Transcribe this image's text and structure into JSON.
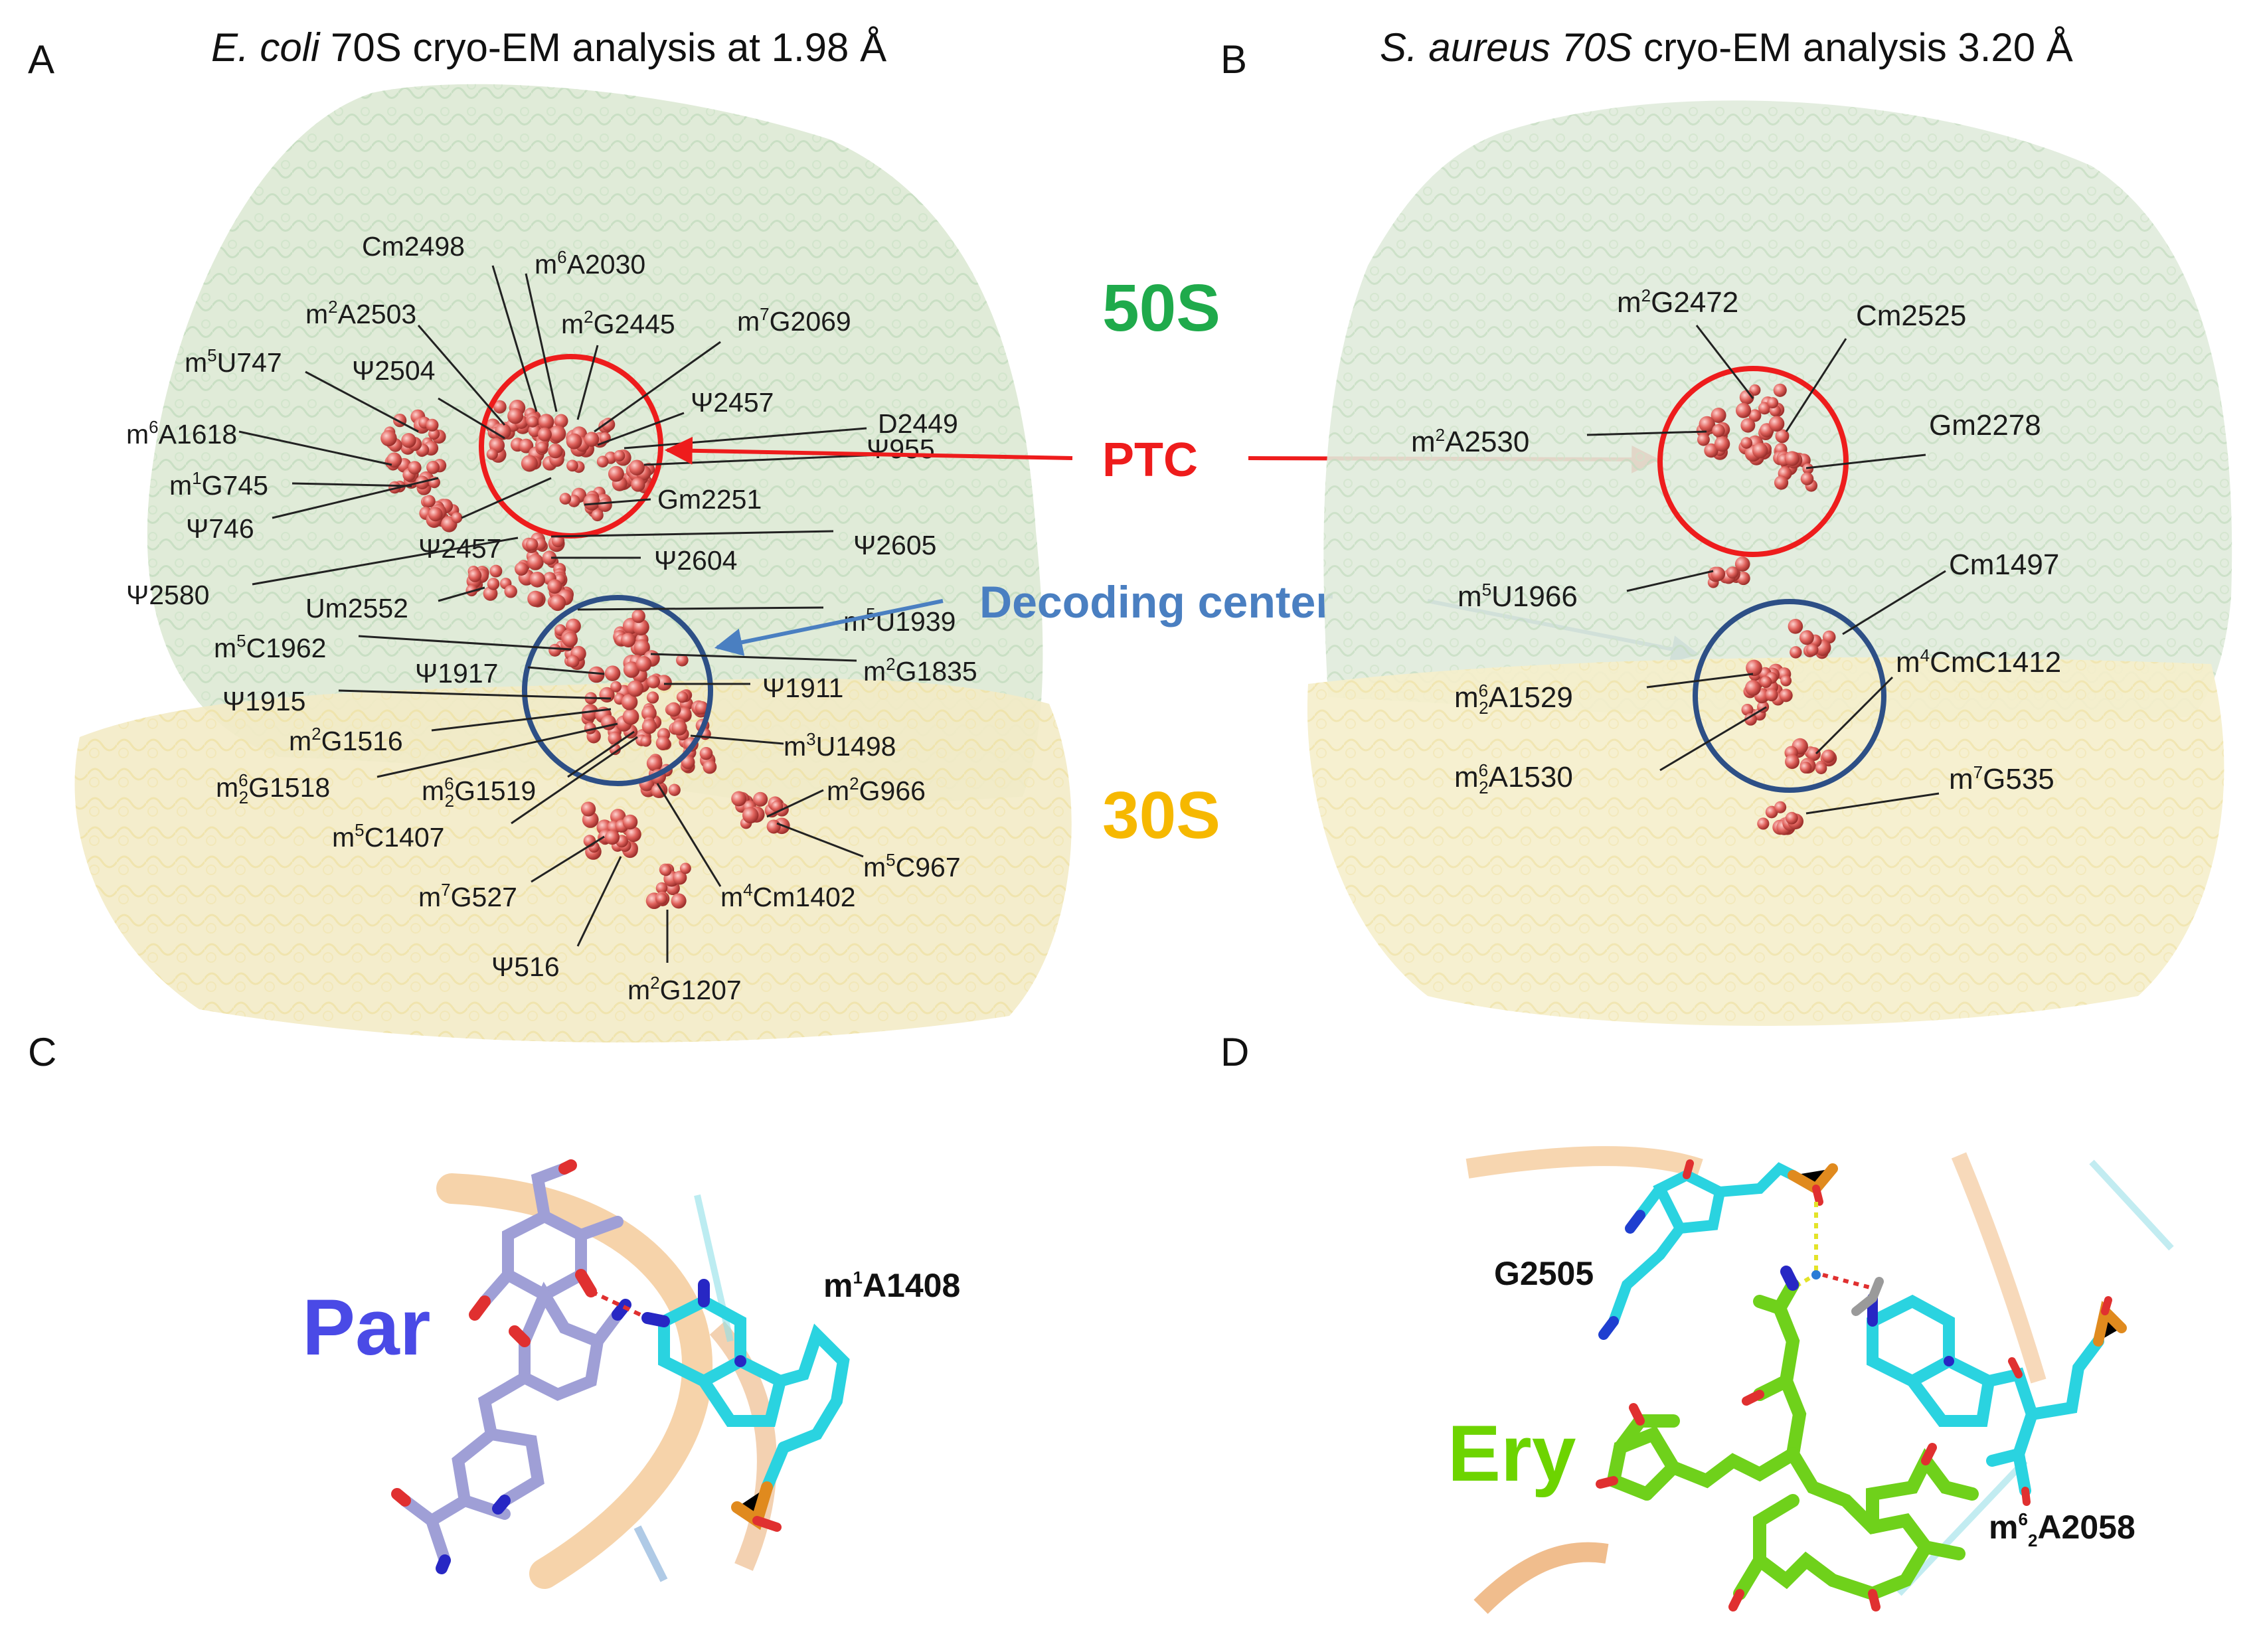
{
  "panels": {
    "A": {
      "letter": "A",
      "title_italic": "E. coli",
      "title_rest": " 70S cryo-EM analysis at 1.98 Å",
      "subunit_large": "50S",
      "subunit_small": "30S",
      "labels": [
        [
          "Cm2498",
          null,
          null
        ],
        [
          "m",
          "6",
          "A2030"
        ],
        [
          "m",
          "2",
          "A2503"
        ],
        [
          "m",
          "2",
          "G2445"
        ],
        [
          "m",
          "7",
          "G2069"
        ],
        [
          "m",
          "5",
          "U747"
        ],
        [
          "Ψ2504",
          null,
          null
        ],
        [
          "Ψ2457",
          null,
          null
        ],
        [
          "m",
          "6",
          "A1618"
        ],
        [
          "D2449",
          null,
          null
        ],
        [
          "Ψ955",
          null,
          null
        ],
        [
          "m",
          "1",
          "G745"
        ],
        [
          "Gm2251",
          null,
          null
        ],
        [
          "Ψ746",
          null,
          null
        ],
        [
          "Ψ2457",
          null,
          null
        ],
        [
          "Ψ2604",
          null,
          null
        ],
        [
          "Ψ2605",
          null,
          null
        ],
        [
          "Ψ2580",
          null,
          null
        ],
        [
          "Um2552",
          null,
          null
        ],
        [
          "m",
          "5",
          "U1939"
        ],
        [
          "m",
          "5",
          "C1962"
        ],
        [
          "m",
          "2",
          "G1835"
        ],
        [
          "Ψ1917",
          null,
          null
        ],
        [
          "Ψ1915",
          null,
          null
        ],
        [
          "Ψ1911",
          null,
          null
        ],
        [
          "m",
          "2",
          "G1516"
        ],
        [
          "m",
          "3",
          "U1498"
        ],
        [
          "m",
          "6",
          "2G1518"
        ],
        [
          "m",
          "6",
          "2G1519"
        ],
        [
          "m",
          "2",
          "G966"
        ],
        [
          "m",
          "5",
          "C1407"
        ],
        [
          "m",
          "5",
          "C967"
        ],
        [
          "m",
          "7",
          "G527"
        ],
        [
          "m",
          "4",
          "Cm1402"
        ],
        [
          "Ψ516",
          null,
          null
        ],
        [
          "m",
          "2",
          "G1207"
        ]
      ]
    },
    "B": {
      "letter": "B",
      "title_italic": "S. aureus 70S",
      "title_rest": " cryo-EM analysis 3.20 Å",
      "labels": [
        [
          "m",
          "2",
          "G2472"
        ],
        [
          "Cm2525",
          null,
          null
        ],
        [
          "m",
          "2",
          "A2530"
        ],
        [
          "Gm2278",
          null,
          null
        ],
        [
          "Cm1497",
          null,
          null
        ],
        [
          "m",
          "5",
          "U1966"
        ],
        [
          "m",
          "4",
          "CmC1412"
        ],
        [
          "m",
          "6",
          "2A1529"
        ],
        [
          "m",
          "6",
          "2A1530"
        ],
        [
          "m",
          "7",
          "G535"
        ]
      ]
    },
    "C": {
      "letter": "C",
      "drug": "Par",
      "residue": [
        "m",
        "1",
        "A1408"
      ]
    },
    "D": {
      "letter": "D",
      "drug": "Ery",
      "residue_a": "G2505",
      "residue_b": [
        "m",
        "6",
        "2A2058"
      ]
    }
  },
  "center_labels": {
    "ptc": "PTC",
    "decoding": "Decoding center"
  },
  "colors": {
    "ptc_circle": "#ee1c1c",
    "decoding_circle": "#2d4f86",
    "arrow_blue": "#4a7fc1",
    "nucleotide_spheres": "#e0625c",
    "large_subunit_tint": "#d6e8d0",
    "small_subunit_tint": "#f4e9b8"
  }
}
